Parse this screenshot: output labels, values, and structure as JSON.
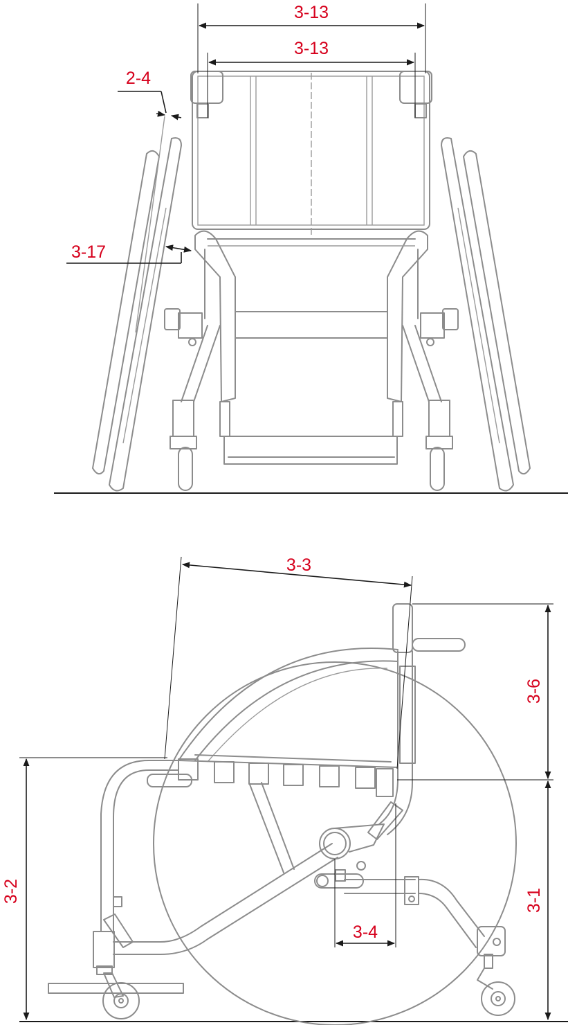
{
  "accent_color": "#d6001c",
  "line_color": "#1a1a1a",
  "frame_color": "#8c8c8c",
  "front_view": {
    "labels": {
      "back_width_outer": "3-13",
      "back_width_inner": "3-13",
      "wheel_camber": "2-4",
      "wheel_clearance": "3-17"
    }
  },
  "side_view": {
    "labels": {
      "seat_depth": "3-3",
      "backrest_height": "3-6",
      "seat_height_front": "3-2",
      "seat_height_rear": "3-1",
      "axle_position": "3-4"
    }
  }
}
